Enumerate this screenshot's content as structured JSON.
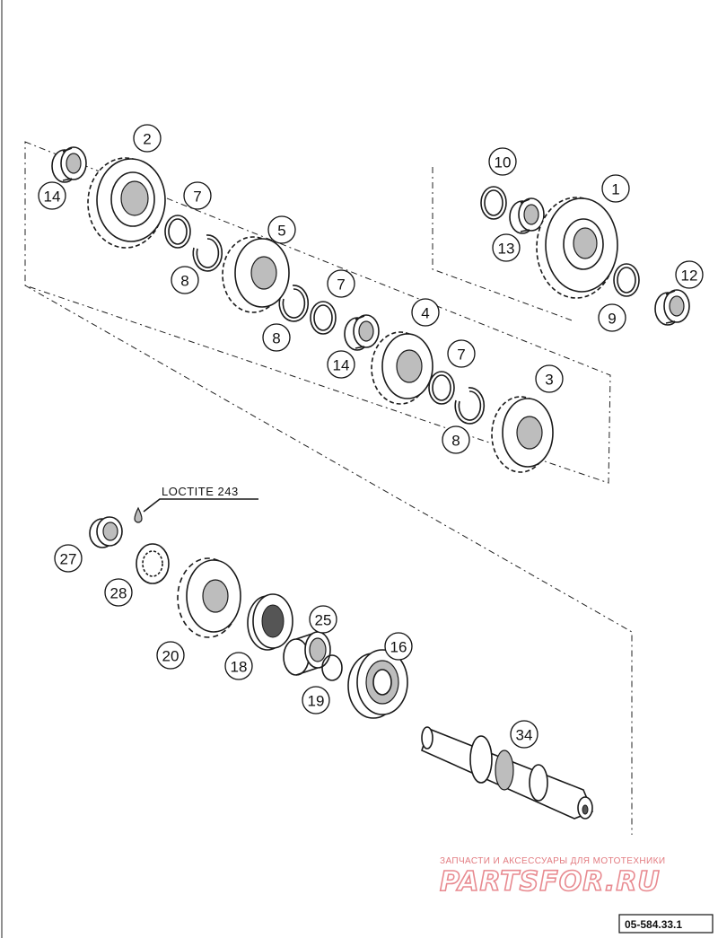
{
  "diagram": {
    "callouts": [
      {
        "id": "c14a",
        "text": "14"
      },
      {
        "id": "c2",
        "text": "2"
      },
      {
        "id": "c7a",
        "text": "7"
      },
      {
        "id": "c8a",
        "text": "8"
      },
      {
        "id": "c5",
        "text": "5"
      },
      {
        "id": "c8b",
        "text": "8"
      },
      {
        "id": "c7b",
        "text": "7"
      },
      {
        "id": "c14b",
        "text": "14"
      },
      {
        "id": "c4",
        "text": "4"
      },
      {
        "id": "c7c",
        "text": "7"
      },
      {
        "id": "c8c",
        "text": "8"
      },
      {
        "id": "c3",
        "text": "3"
      },
      {
        "id": "c10",
        "text": "10"
      },
      {
        "id": "c13",
        "text": "13"
      },
      {
        "id": "c1",
        "text": "1"
      },
      {
        "id": "c9",
        "text": "9"
      },
      {
        "id": "c12",
        "text": "12"
      },
      {
        "id": "c27",
        "text": "27"
      },
      {
        "id": "c28",
        "text": "28"
      },
      {
        "id": "c20",
        "text": "20"
      },
      {
        "id": "c18",
        "text": "18"
      },
      {
        "id": "c25",
        "text": "25"
      },
      {
        "id": "c19",
        "text": "19"
      },
      {
        "id": "c16",
        "text": "16"
      },
      {
        "id": "c34",
        "text": "34"
      }
    ],
    "note": "LOCTITE 243",
    "watermark_line": "ЗАПЧАСТИ И АКСЕССУАРЫ ДЛЯ МОТОТЕХНИКИ",
    "watermark_brand": "PARTSFOR.RU",
    "drawing_code": "05-584.33.1",
    "colors": {
      "line": "#1a1a1a",
      "watermark": "#e88a90"
    }
  }
}
